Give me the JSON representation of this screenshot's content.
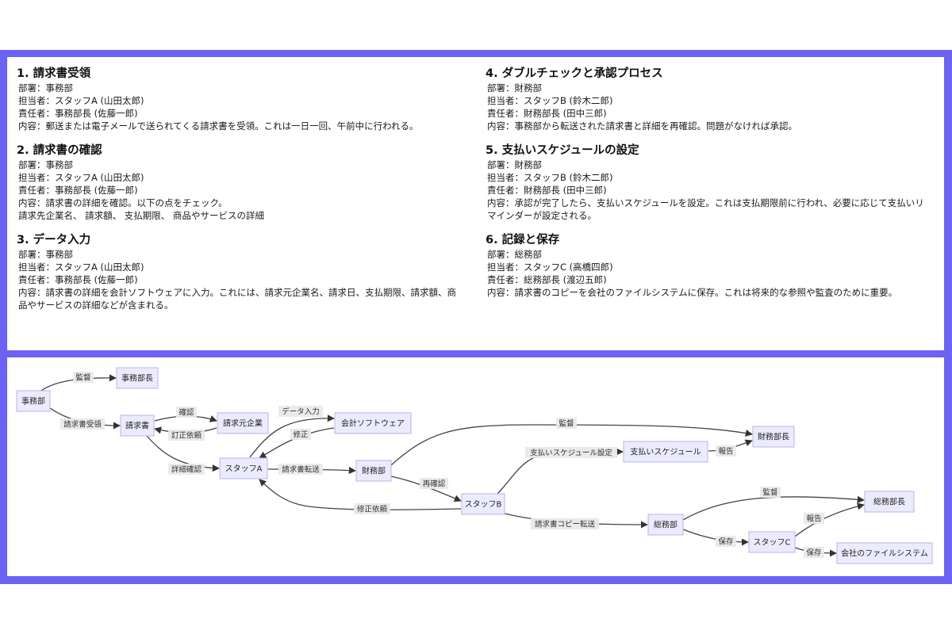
{
  "steps": [
    {
      "title": "1. 請求書受領",
      "lines": [
        "部署：事務部",
        "担当者：スタッフA (山田太郎)",
        "責任者：事務部長 (佐藤一郎)",
        "内容：郵送または電子メールで送られてくる請求書を受領。これは一日一回、午前中に行われる。"
      ]
    },
    {
      "title": "2. 請求書の確認",
      "lines": [
        "部署：事務部",
        "担当者：スタッフA (山田太郎)",
        "責任者：事務部長 (佐藤一郎)",
        "内容：請求書の詳細を確認。以下の点をチェック。",
        "請求先企業名、 請求額、 支払期限、 商品やサービスの詳細"
      ]
    },
    {
      "title": "3. データ入力",
      "lines": [
        "部署：事務部",
        "担当者：スタッフA (山田太郎)",
        "責任者：事務部長 (佐藤一郎)",
        "内容：請求書の詳細を会計ソフトウェアに入力。これには、請求元企業名、請求日、支払期限、請求額、商品やサービスの詳細などが含まれる。"
      ]
    },
    {
      "title": "4. ダブルチェックと承認プロセス",
      "lines": [
        "部署：財務部",
        "担当者：スタッフB (鈴木二郎)",
        "責任者：財務部長 (田中三郎)",
        "内容：事務部から転送された請求書と詳細を再確認。問題がなければ承認。"
      ]
    },
    {
      "title": "5. 支払いスケジュールの設定",
      "lines": [
        "部署：財務部",
        "担当者：スタッフB (鈴木二郎)",
        "責任者：財務部長 (田中三郎)",
        "内容：承認が完了したら、支払いスケジュールを設定。これは支払期限前に行われ、必要に応じて支払いリマインダーが設定される。"
      ]
    },
    {
      "title": "6. 記録と保存",
      "lines": [
        "部署：総務部",
        "担当者：スタッフC (高橋四郎)",
        "責任者：総務部長 (渡辺五郎)",
        "内容：請求書のコピーを会社のファイルシステムに保存。これは将来的な参照や監査のために重要。"
      ]
    }
  ],
  "diagram": {
    "nodes": [
      {
        "id": "jimubu",
        "label": "事務部"
      },
      {
        "id": "jimubucho",
        "label": "事務部長"
      },
      {
        "id": "seikyusho",
        "label": "請求書"
      },
      {
        "id": "seikyumoto",
        "label": "請求元企業"
      },
      {
        "id": "staffA",
        "label": "スタッフA"
      },
      {
        "id": "kaikei",
        "label": "会計ソフトウェア"
      },
      {
        "id": "zaimubu",
        "label": "財務部"
      },
      {
        "id": "staffB",
        "label": "スタッフB"
      },
      {
        "id": "schedule",
        "label": "支払いスケジュール"
      },
      {
        "id": "zaimubucho",
        "label": "財務部長"
      },
      {
        "id": "somubu",
        "label": "総務部"
      },
      {
        "id": "staffC",
        "label": "スタッフC"
      },
      {
        "id": "somubucho",
        "label": "総務部長"
      },
      {
        "id": "filesys",
        "label": "会社のファイルシステム"
      }
    ],
    "edges": [
      {
        "id": "e1",
        "from": "jimubu",
        "to": "jimubucho",
        "label": "監督"
      },
      {
        "id": "e2",
        "from": "jimubu",
        "to": "seikyusho",
        "label": "請求書受領"
      },
      {
        "id": "e3",
        "from": "seikyusho",
        "to": "seikyumoto",
        "label": "確認"
      },
      {
        "id": "e4",
        "from": "seikyumoto",
        "to": "seikyusho",
        "label": "訂正依頼"
      },
      {
        "id": "e5",
        "from": "seikyusho",
        "to": "staffA",
        "label": "詳細確認"
      },
      {
        "id": "e6",
        "from": "staffA",
        "to": "kaikei",
        "label": "データ入力"
      },
      {
        "id": "e7",
        "from": "kaikei",
        "to": "staffA",
        "label": "修正"
      },
      {
        "id": "e8",
        "from": "staffA",
        "to": "zaimubu",
        "label": "請求書転送"
      },
      {
        "id": "e9",
        "from": "zaimubu",
        "to": "zaimubucho",
        "label": "監督"
      },
      {
        "id": "e10",
        "from": "zaimubu",
        "to": "staffB",
        "label": "再確認"
      },
      {
        "id": "e11",
        "from": "staffB",
        "to": "staffA",
        "label": "修正依頼"
      },
      {
        "id": "e12",
        "from": "staffB",
        "to": "schedule",
        "label": "支払いスケジュール設定"
      },
      {
        "id": "e13",
        "from": "schedule",
        "to": "zaimubucho",
        "label": "報告"
      },
      {
        "id": "e14",
        "from": "staffB",
        "to": "somubu",
        "label": "請求書コピー転送"
      },
      {
        "id": "e15",
        "from": "somubu",
        "to": "somubucho",
        "label": "監督"
      },
      {
        "id": "e16",
        "from": "somubu",
        "to": "staffC",
        "label": "保存"
      },
      {
        "id": "e17",
        "from": "staffC",
        "to": "somubucho",
        "label": "報告"
      },
      {
        "id": "e18",
        "from": "staffC",
        "to": "filesys",
        "label": "保存"
      }
    ]
  }
}
